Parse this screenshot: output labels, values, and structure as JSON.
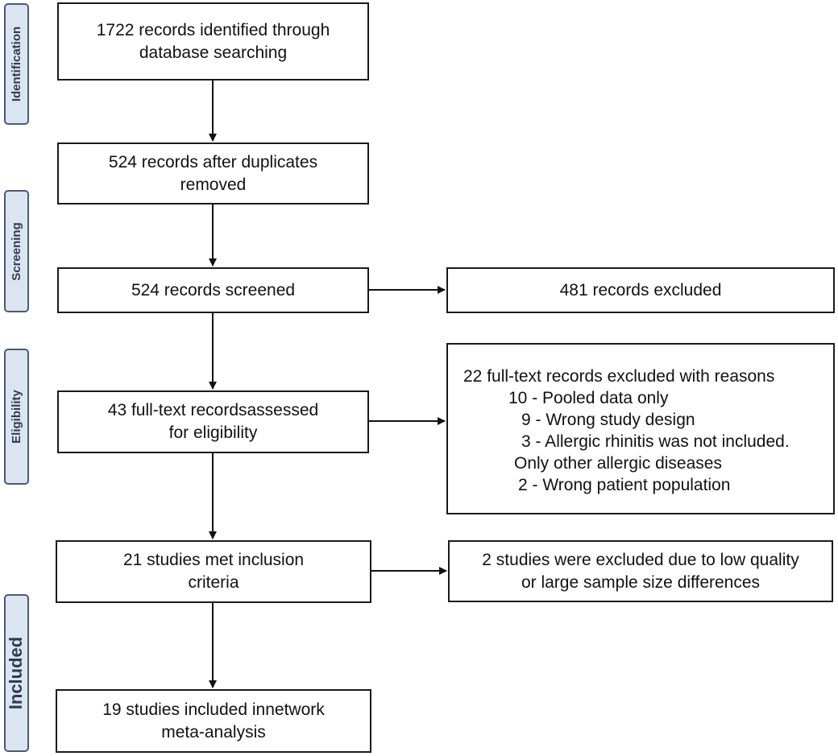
{
  "stages": {
    "identification": "Identification",
    "screening": "Screening",
    "eligibility": "Eligibility",
    "included": "Included"
  },
  "boxes": {
    "identified": [
      "1722 records identified through",
      "database searching"
    ],
    "after_duplicates": [
      "524 records after duplicates",
      "removed"
    ],
    "screened": [
      "524 records screened"
    ],
    "excluded": [
      "481 records excluded"
    ],
    "fulltext_assessed": [
      "43 full-text recordsassessed",
      "for eligibility"
    ],
    "fulltext_excluded": [
      "22 full-text records excluded with reasons",
      "10 - Pooled data only",
      "9 - Wrong study design",
      "3 - Allergic rhinitis was not included.",
      "Only other allergic diseases",
      "2 - Wrong patient population"
    ],
    "met_criteria": [
      "21 studies met inclusion",
      "criteria"
    ],
    "low_quality_excluded": [
      "2 studies were excluded due to low quality",
      "or large sample size differences"
    ],
    "included_meta": [
      "19 studies included innetwork",
      "meta-analysis"
    ]
  }
}
